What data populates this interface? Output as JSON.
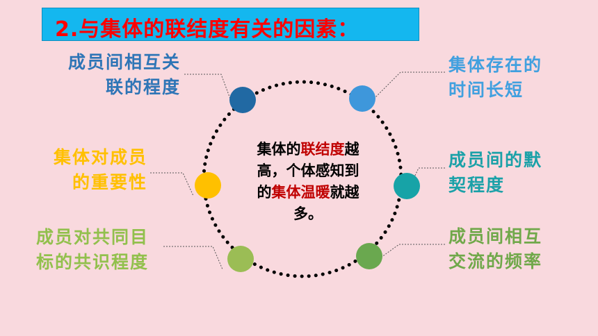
{
  "title": "2.与集体的联结度有关的因素：",
  "center": {
    "line1_pre": "集体的",
    "line1_hl": "联结度",
    "line1_post": "越",
    "line2": "高，个体感知到",
    "line3_pre": "的",
    "line3_hl": "集体温暖",
    "line3_post": "就越",
    "line4": "多。"
  },
  "factors": [
    {
      "lines": [
        "成员间相互关",
        "联的程度"
      ],
      "color": "#2e75b6"
    },
    {
      "lines": [
        "集体存在的",
        "时间长短"
      ],
      "color": "#41a0df"
    },
    {
      "lines": [
        "集体对成员",
        "的重要性"
      ],
      "color": "#ffc000"
    },
    {
      "lines": [
        "成员间的默",
        "契程度"
      ],
      "color": "#1ba1a8"
    },
    {
      "lines": [
        "成员对共同目",
        "标的共识程度"
      ],
      "color": "#92c04d"
    },
    {
      "lines": [
        "成员间相互",
        "交流的频率"
      ],
      "color": "#70a84a"
    }
  ],
  "node_colors": [
    "#2169a3",
    "#3e97db",
    "#ffc000",
    "#17a3a7",
    "#9bbd55",
    "#6aa84f"
  ]
}
